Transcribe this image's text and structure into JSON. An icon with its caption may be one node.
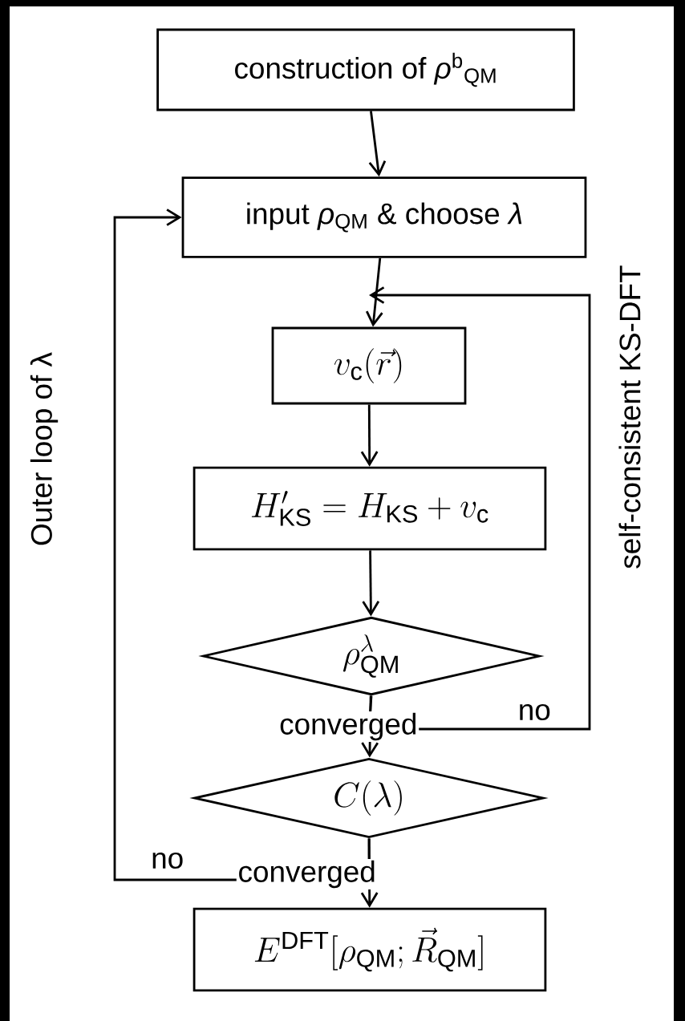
{
  "diagram": {
    "nodes": [
      {
        "text": [
          "construction of *ρ*$^{b}$$_{QM}$"
        ]
      },
      {
        "text": [
          "input *ρ*$_{QM}$ & choose *λ*"
        ]
      },
      {
        "text": [
          "v_{\\mathrm{c}}(\\vec{r})"
        ]
      },
      {
        "text": [
          "H'_{\\mathrm{KS}} = H_{\\mathrm{KS}} + v_{\\mathrm{c}}"
        ]
      },
      {
        "text": [
          "\\rho^{\\lambda}_{\\mathrm{QM}}"
        ]
      },
      {
        "text": [
          "C(\\lambda)"
        ]
      },
      {
        "text": [
          "E^{\\mathrm{DFT}}[\\rho_{\\mathrm{QM}};\\vec{R}_{\\mathrm{QM}}]"
        ]
      }
    ],
    "edges": [
      {
        "from": 0,
        "to": 1,
        "arrow": "to"
      },
      {
        "from": 1,
        "to": 2,
        "arrow": "to"
      },
      {
        "from": 2,
        "to": 3,
        "arrow": "to"
      },
      {
        "from": 3,
        "to": 4,
        "arrow": "to"
      },
      {
        "from": 4,
        "to": 5,
        "arrow": "to",
        "label": "converged"
      },
      {
        "from": 4,
        "to": 2,
        "arrow": "to",
        "label": "no"
      },
      {
        "from": 5,
        "to": 6,
        "arrow": "to",
        "label": "converged"
      },
      {
        "from": 5,
        "to": 1,
        "arrow": "to",
        "label": "no"
      }
    ],
    "labels": [
      "Outer loop of λ",
      "self-consistent KS-DFT"
    ]
  }
}
